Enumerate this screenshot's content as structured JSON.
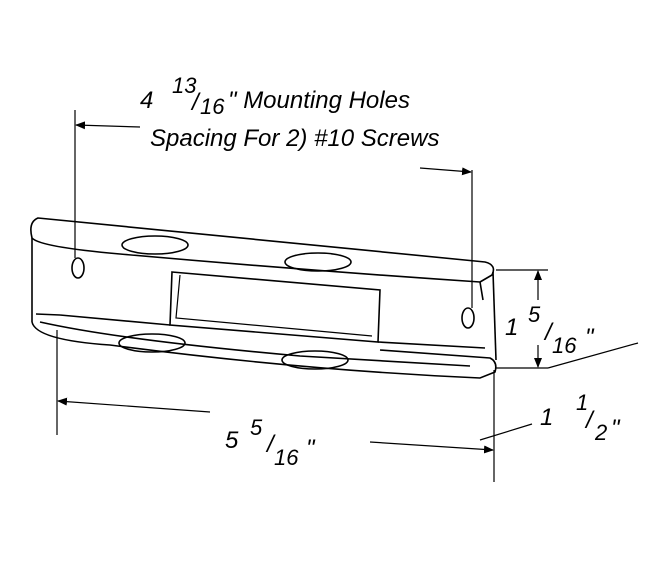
{
  "title": {
    "line1_whole": "4",
    "line1_num": "13",
    "line1_slash": "/",
    "line1_den": "16",
    "line1_rest": "\" Mounting Holes",
    "line2": "Spacing For 2) #10 Screws"
  },
  "dims": {
    "height": {
      "whole": "1",
      "num": "5",
      "slash": "/",
      "den": "16",
      "unit": "\""
    },
    "length": {
      "whole": "5",
      "num": "5",
      "slash": "/",
      "den": "16",
      "unit": "\""
    },
    "depth": {
      "whole": "1",
      "num": "1",
      "slash": "/",
      "den": "2",
      "unit": "\""
    }
  }
}
